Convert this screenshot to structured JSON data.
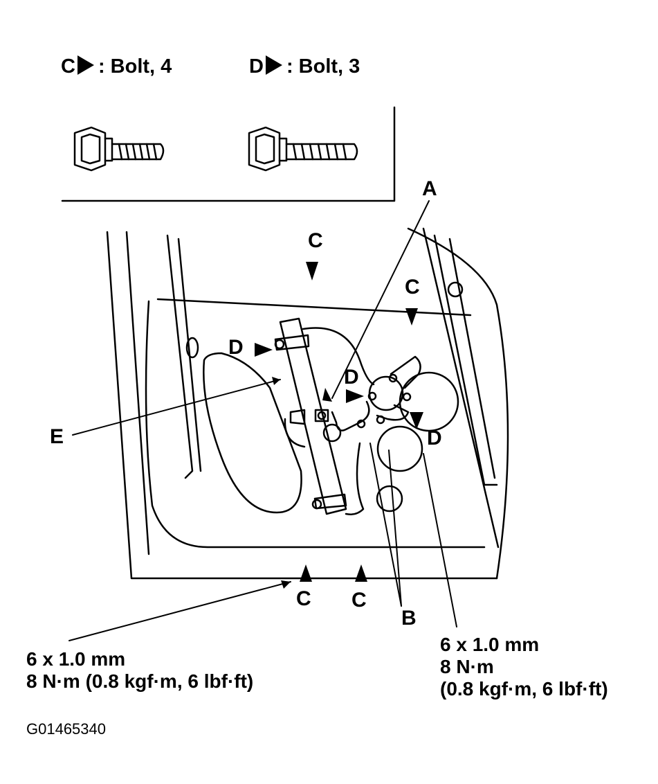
{
  "legend": {
    "c": {
      "letter": "C",
      "text": ": Bolt, 4"
    },
    "d": {
      "letter": "D",
      "text": ": Bolt, 3"
    }
  },
  "callouts": {
    "a": "A",
    "b": "B",
    "c1": "C",
    "c2": "C",
    "c3": "C",
    "c4": "C",
    "d1": "D",
    "d2": "D",
    "d3": "D",
    "e": "E"
  },
  "specs": {
    "left": {
      "line1": "6 x 1.0 mm",
      "line2": "8 N·m (0.8 kgf·m, 6 lbf·ft)"
    },
    "right": {
      "line1": "6 x 1.0 mm",
      "line2": "8 N·m",
      "line3": "(0.8 kgf·m, 6 lbf·ft)"
    }
  },
  "figure_code": "G01465340"
}
